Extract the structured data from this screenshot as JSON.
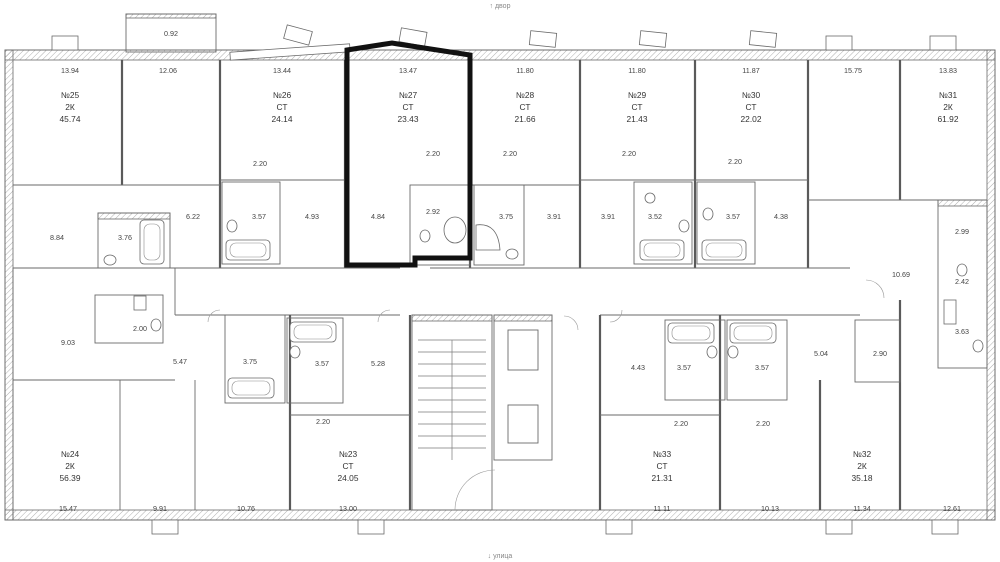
{
  "orientation": {
    "top_label": "↑ двор",
    "bottom_label": "↓ улица"
  },
  "balcony_area": "0.92",
  "apartments": [
    {
      "id": "apt-25",
      "number": "№25",
      "type": "2К",
      "area": "45.74"
    },
    {
      "id": "apt-26",
      "number": "№26",
      "type": "СТ",
      "area": "24.14"
    },
    {
      "id": "apt-27",
      "number": "№27",
      "type": "СТ",
      "area": "23.43",
      "selected": true
    },
    {
      "id": "apt-28",
      "number": "№28",
      "type": "СТ",
      "area": "21.66"
    },
    {
      "id": "apt-29",
      "number": "№29",
      "type": "СТ",
      "area": "21.43"
    },
    {
      "id": "apt-30",
      "number": "№30",
      "type": "СТ",
      "area": "22.02"
    },
    {
      "id": "apt-31",
      "number": "№31",
      "type": "2К",
      "area": "61.92"
    },
    {
      "id": "apt-24",
      "number": "№24",
      "type": "2К",
      "area": "56.39"
    },
    {
      "id": "apt-23",
      "number": "№23",
      "type": "СТ",
      "area": "24.05"
    },
    {
      "id": "apt-33",
      "number": "№33",
      "type": "СТ",
      "area": "21.31"
    },
    {
      "id": "apt-32",
      "number": "№32",
      "type": "2К",
      "area": "35.18"
    }
  ],
  "room_areas_top": [
    "13.94",
    "12.06",
    "13.44",
    "13.47",
    "11.80",
    "11.80",
    "11.87",
    "15.75",
    "13.83"
  ],
  "room_areas_upper_mid": [
    "2.20",
    "2.20",
    "2.20",
    "2.20",
    "2.20"
  ],
  "room_areas_mid": [
    "8.84",
    "3.76",
    "6.22",
    "3.57",
    "4.93",
    "4.84",
    "2.92",
    "3.75",
    "3.91",
    "3.91",
    "3.52",
    "3.57",
    "4.38",
    "2.99",
    "10.69",
    "2.42",
    "3.63"
  ],
  "room_areas_corridor": [
    "9.03",
    "2.00",
    "5.47",
    "3.75",
    "3.57",
    "5.28",
    "4.43",
    "3.57",
    "3.57",
    "5.04",
    "2.90"
  ],
  "room_areas_lower_mid": [
    "2.20",
    "2.20",
    "2.20"
  ],
  "room_areas_bottom": [
    "15.47",
    "9.91",
    "10.76",
    "13.00",
    "11.11",
    "10.13",
    "11.34",
    "12.61"
  ],
  "colors": {
    "wall": "#5a5a5a",
    "highlight": "#111111",
    "label": "#444444"
  }
}
